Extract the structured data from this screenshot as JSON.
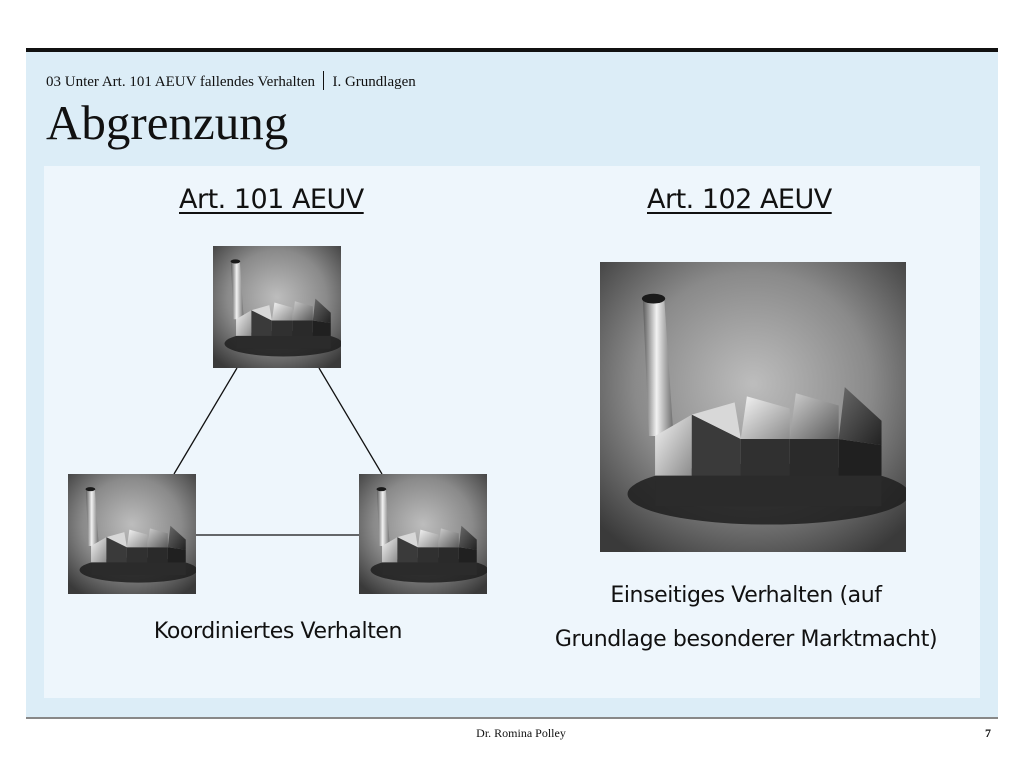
{
  "slide": {
    "breadcrumb": {
      "section": "03 Unter Art. 101 AEUV fallendes Verhalten",
      "subsection": "I. Grundlagen"
    },
    "title": "Abgrenzung",
    "left": {
      "heading": "Art. 101 AEUV",
      "caption": "Koordiniertes Verhalten",
      "images": [
        "factory-icon",
        "factory-icon",
        "factory-icon"
      ]
    },
    "right": {
      "heading": "Art. 102 AEUV",
      "caption_line1": "Einseitiges Verhalten (auf",
      "caption_line2": "Grundlage besonderer Marktmacht)",
      "images": [
        "factory-icon"
      ]
    }
  },
  "footer": {
    "author": "Dr. Romina Polley",
    "page_number": "7"
  },
  "colors": {
    "frame_background": "#dcedf7",
    "panel_background": "#eef6fc",
    "rule": "#111111"
  }
}
